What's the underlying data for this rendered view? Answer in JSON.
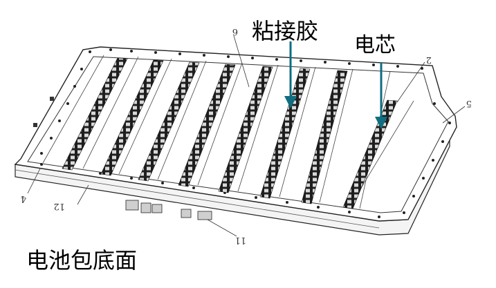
{
  "annotations": {
    "adhesive": "粘接胶",
    "cell": "电芯",
    "caption": "电池包底面"
  },
  "callouts": [
    "6",
    "2",
    "5",
    "4",
    "12",
    "11"
  ],
  "colors": {
    "line": "#222222",
    "arrow": "#0f6e80",
    "tray_face": "#ffffff",
    "cell_band": "#2a2a2a"
  }
}
